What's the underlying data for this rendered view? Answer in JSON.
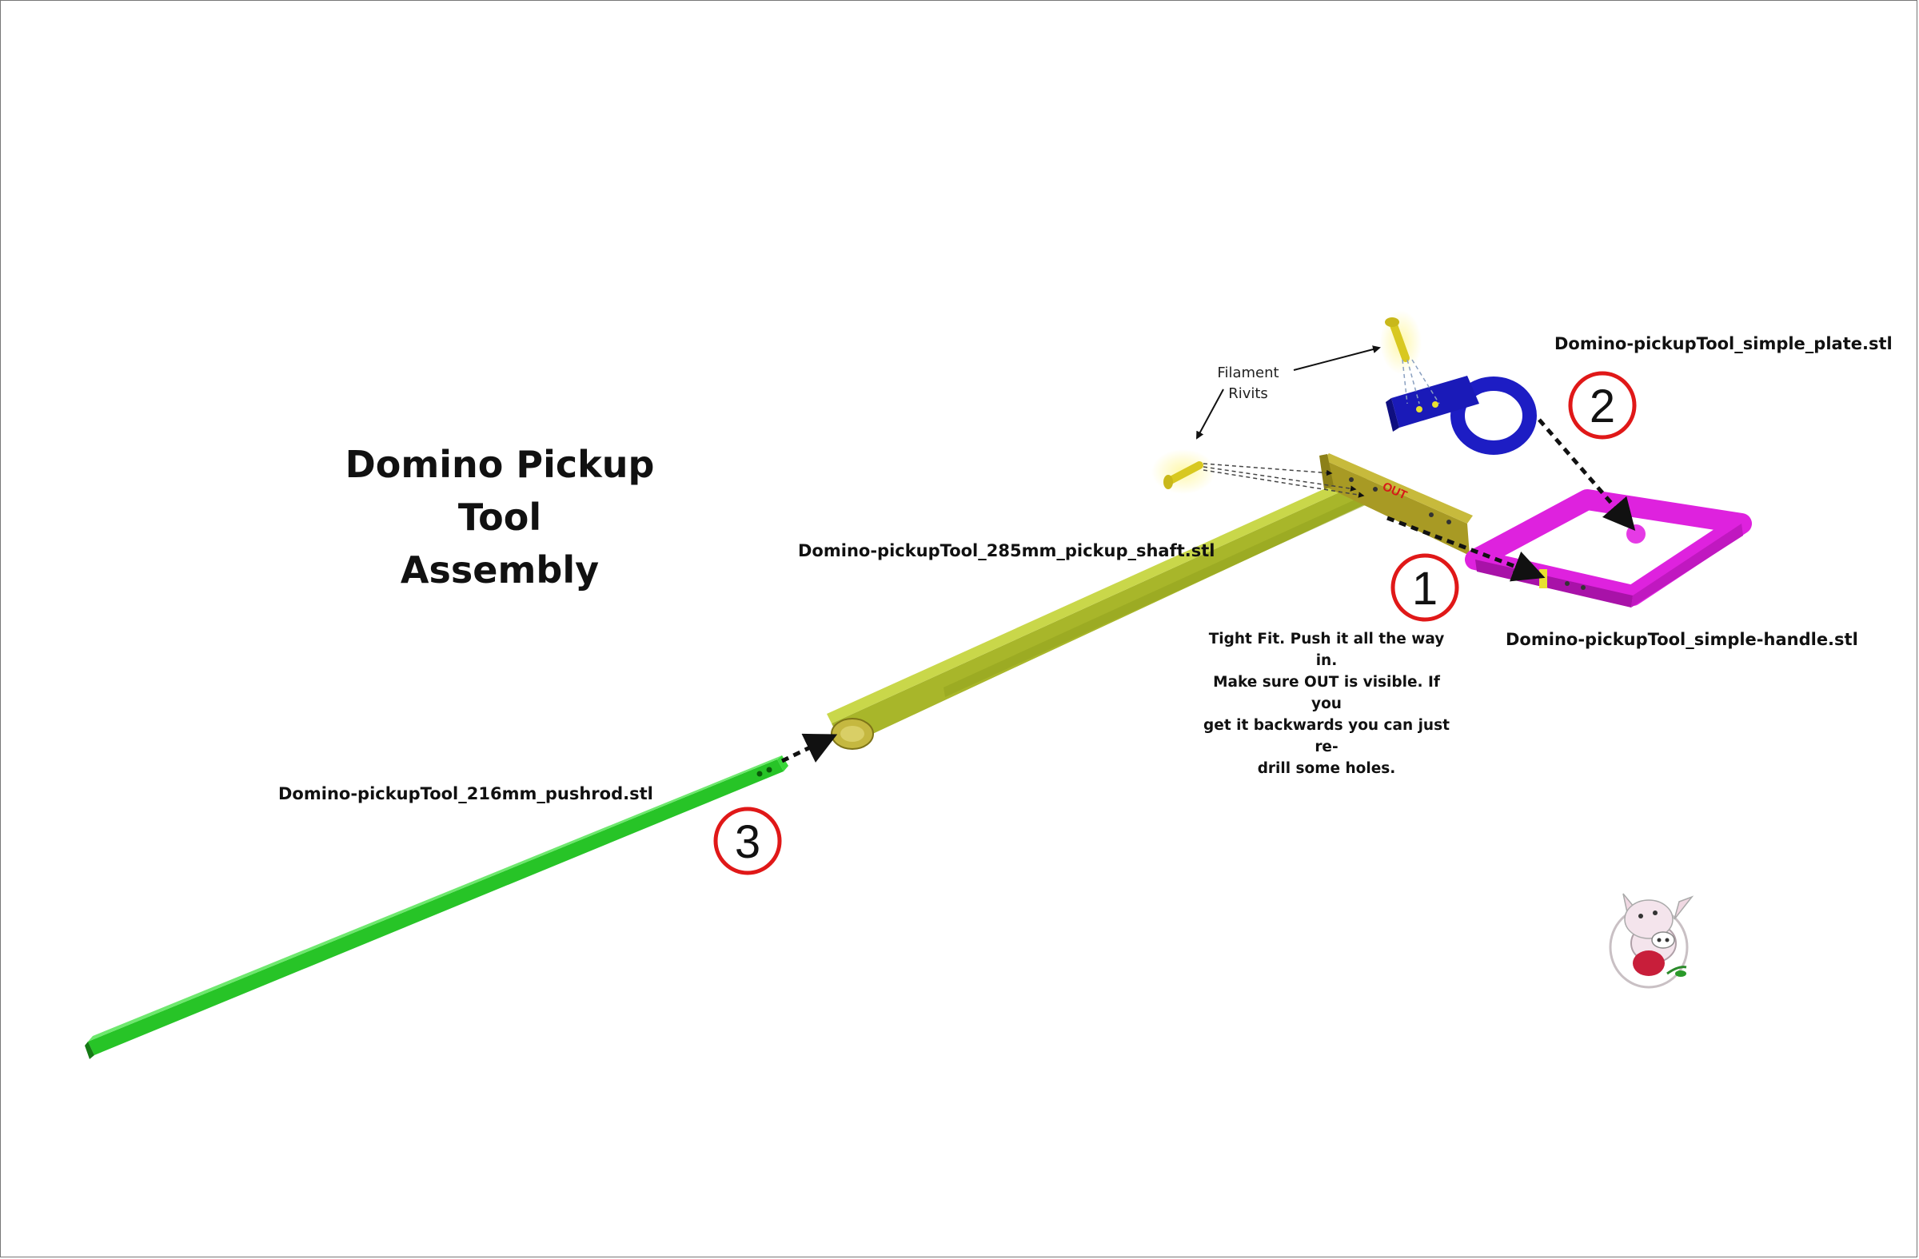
{
  "title": {
    "line1": "Domino Pickup Tool",
    "line2": "Assembly"
  },
  "parts": {
    "shaft": "Domino-pickupTool_285mm_pickup_shaft.stl",
    "plate": "Domino-pickupTool_simple_plate.stl",
    "handle": "Domino-pickupTool_simple-handle.stl",
    "pushrod": "Domino-pickupTool_216mm_pushrod.stl"
  },
  "rivets_label": {
    "line1": "Filament",
    "line2": "Rivits"
  },
  "note": [
    "Tight Fit.  Push it all the way in.",
    "Make sure OUT is visible.  If you",
    "get it backwards you can just re-",
    "drill some holes."
  ],
  "steps": [
    "1",
    "2",
    "3"
  ],
  "out_mark": "OUT",
  "colors": {
    "pushrod": "#22cc22",
    "shaft": "#b9c832",
    "plate": "#1b1bcc",
    "handle": "#e020e0",
    "rivet": "#e8e030",
    "step_circle": "#e01818"
  },
  "icons": [
    "pig-logo-icon"
  ]
}
